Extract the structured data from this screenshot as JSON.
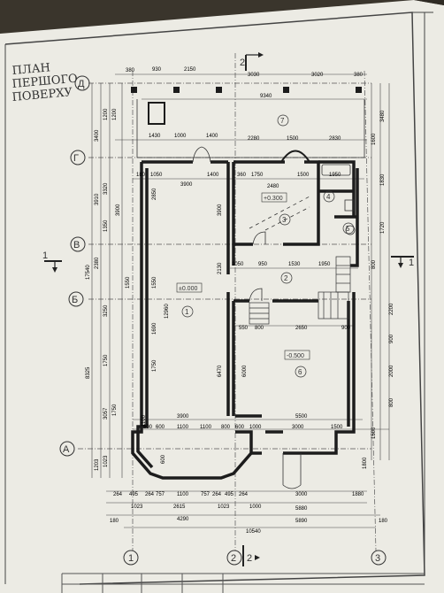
{
  "title": {
    "line1": "ПЛАН",
    "line2": "ПЕРШОГО",
    "line3": "ПОВЕРХУ"
  },
  "section_mark": {
    "top": "2",
    "bottom": "2",
    "left": "1",
    "right": "1"
  },
  "axes": {
    "rows": [
      "Д",
      "Г",
      "В",
      "Б",
      "А"
    ],
    "cols": [
      "1",
      "2",
      "3"
    ]
  },
  "rooms": {
    "r1": "1",
    "r2": "2",
    "r3": "3",
    "r4": "4",
    "r5": "5",
    "r6": "6",
    "r7": "7"
  },
  "levels": {
    "l1": "±0.000",
    "l3": "+0.300",
    "l6": "-0.500"
  },
  "dims_top": {
    "a": "380",
    "b": "930",
    "c": "2150",
    "d": "3030",
    "e": "3020",
    "f": "380",
    "total": "9340"
  },
  "dims_top2": {
    "a": "1430",
    "b": "1000",
    "c": "1400",
    "d": "2280",
    "e": "1500",
    "f": "2830"
  },
  "dims_g": {
    "a": "180",
    "b": "1050",
    "c": "1400",
    "d": "360",
    "e": "1750",
    "f": "1500",
    "g": "1950",
    "h": "3900",
    "i": "2480"
  },
  "dims_v": {
    "a": "1050",
    "b": "950",
    "c": "1530",
    "d": "1950"
  },
  "dims_b": {
    "a": "550",
    "b": "800",
    "c": "2650",
    "d": "900"
  },
  "dims_a": {
    "a": "3900",
    "b": "5500"
  },
  "dims_a2": {
    "a": "1100",
    "b": "600",
    "c": "800",
    "d": "1100",
    "e": "800",
    "f": "600",
    "g": "1000",
    "h": "3000",
    "i": "1500"
  },
  "dims_bottom1": {
    "a": "264",
    "b": "495",
    "c": "264",
    "d": "757",
    "e": "1100",
    "f": "757",
    "g": "264",
    "h": "495",
    "i": "264",
    "j": "3000",
    "k": "1880"
  },
  "dims_bottom2": {
    "a": "1023",
    "b": "2615",
    "c": "1023",
    "d": "1000",
    "e": "5880"
  },
  "dims_bottom3": {
    "a": "180",
    "b": "4290",
    "c": "5890",
    "d": "180"
  },
  "dims_bottom_total": "10540",
  "dims_left": {
    "a": "1200",
    "b": "1200",
    "c": "3400",
    "d": "3320",
    "e": "3910",
    "f": "1350",
    "g": "2380",
    "h": "17540",
    "i": "3250",
    "j": "1750",
    "k": "8325",
    "l": "3057",
    "m": "1750",
    "n": "1023",
    "o": "1203",
    "p": "3900",
    "q": "1550",
    "r": "2850",
    "s": "1550",
    "t": "1690",
    "u": "12960",
    "v": "1750",
    "w": "1100",
    "x": "600"
  },
  "dims_inner": {
    "a": "3900",
    "b": "2130",
    "c": "6470",
    "d": "6000"
  },
  "dims_right": {
    "a": "3480",
    "b": "1600",
    "c": "1830",
    "d": "1720",
    "e": "800",
    "f": "2200",
    "g": "900",
    "h": "2000",
    "i": "800",
    "j": "1500",
    "k": "1800"
  },
  "colors": {
    "paper": "#ecebe4",
    "line": "#2b2b2b",
    "bg": "#3a352c"
  }
}
